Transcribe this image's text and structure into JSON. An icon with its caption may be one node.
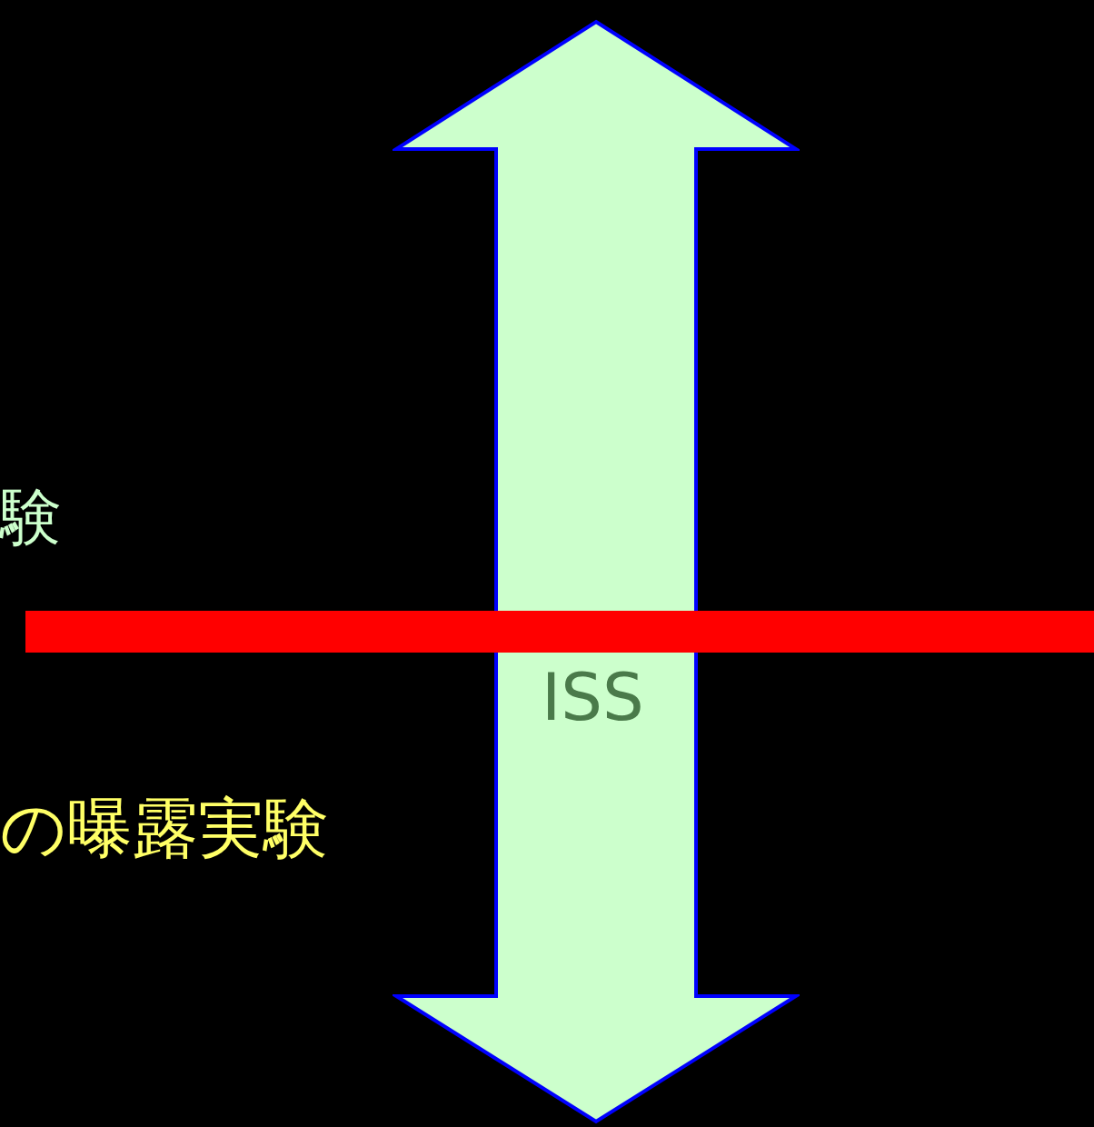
{
  "diagram": {
    "nodes": [
      {
        "text": [
          "ISS"
        ]
      },
      {
        "text": [],
        "shape": "bar"
      }
    ],
    "labels": [
      "験",
      "の曝露実験"
    ]
  }
}
